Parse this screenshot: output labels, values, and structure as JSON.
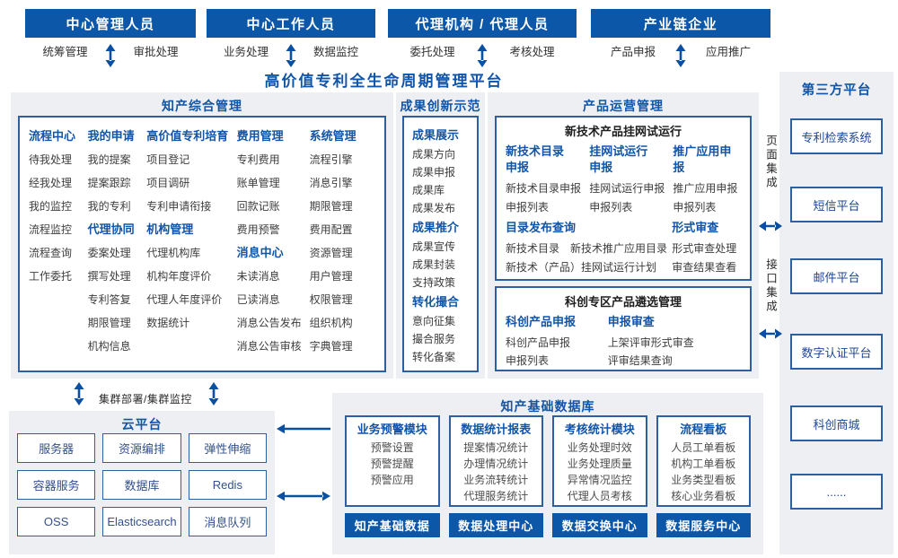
{
  "colors": {
    "primary": "#0d57a8",
    "blue": "#1155a8",
    "border": "#2e5fa3",
    "panel": "#edeff2",
    "item": "#3d3d3d",
    "arrow": "#0a4fa0",
    "navy": "#1c4697"
  },
  "platform_title": "高价值专利全生命周期管理平台",
  "roles": [
    {
      "title": "中心管理人员",
      "left": "统筹管理",
      "right": "审批处理"
    },
    {
      "title": "中心工作人员",
      "left": "业务处理",
      "right": "数据监控"
    },
    {
      "title": "代理机构 / 代理人员",
      "left": "委托处理",
      "right": "考核处理"
    },
    {
      "title": "产业链企业",
      "left": "产品申报",
      "right": "应用推广"
    }
  ],
  "ip": {
    "title": "知产综合管理",
    "columns": [
      {
        "groups": [
          {
            "header": "流程中心",
            "items": [
              "待我处理",
              "经我处理",
              "我的监控",
              "流程监控",
              "流程查询",
              "工作委托"
            ]
          }
        ]
      },
      {
        "groups": [
          {
            "header": "我的申请",
            "items": [
              "我的提案",
              "提案跟踪",
              "我的专利"
            ]
          },
          {
            "header": "代理协同",
            "items": [
              "委案处理",
              "撰写处理",
              "专利答复",
              "期限管理",
              "机构信息"
            ]
          }
        ]
      },
      {
        "groups": [
          {
            "header": "高价值专利培育",
            "items": [
              "项目登记",
              "项目调研",
              "专利申请衔接"
            ]
          },
          {
            "header": "机构管理",
            "items": [
              "代理机构库",
              "机构年度评价",
              "代理人年度评价",
              "数据统计"
            ]
          }
        ]
      },
      {
        "groups": [
          {
            "header": "费用管理",
            "items": [
              "专利费用",
              "账单管理",
              "回款记账",
              "费用预警"
            ]
          },
          {
            "header": "消息中心",
            "items": [
              "未读消息",
              "已读消息",
              "消息公告发布",
              "消息公告审核"
            ]
          }
        ]
      },
      {
        "groups": [
          {
            "header": "系统管理",
            "items": [
              "流程引擎",
              "消息引擎",
              "期限管理",
              "费用配置",
              "资源管理",
              "用户管理",
              "权限管理",
              "组织机构",
              "字典管理"
            ]
          }
        ]
      }
    ]
  },
  "achievements": {
    "title": "成果创新示范",
    "groups": [
      {
        "header": "成果展示",
        "items": [
          "成果方向",
          "成果申报",
          "成果库",
          "成果发布"
        ]
      },
      {
        "header": "成果推介",
        "items": [
          "成果宣传",
          "成果封装",
          "支持政策"
        ]
      },
      {
        "header": "转化撮合",
        "items": [
          "意向征集",
          "撮合服务",
          "转化备案"
        ]
      }
    ]
  },
  "product_ops": {
    "title": "产品运营管理",
    "trial_box": {
      "title": "新技术产品挂网试运行",
      "columns": [
        {
          "header": "新技术目录\n申报",
          "items": [
            "新技术目录申报",
            "申报列表"
          ]
        },
        {
          "header": "挂网试运行\n申报",
          "items": [
            "挂网试运行申报",
            "申报列表"
          ]
        },
        {
          "header": "推广应用申报",
          "items": [
            "推广应用申报",
            "申报列表"
          ]
        }
      ],
      "bottom": [
        {
          "header": "目录发布查询",
          "items": [
            "新技术目录　新技术推广应用目录",
            "新技术（产品）挂网试运行计划"
          ]
        },
        {
          "header": "形式审查",
          "items": [
            "形式审查处理",
            "审查结果查看"
          ]
        }
      ]
    },
    "select_box": {
      "title": "科创专区产品遴选管理",
      "columns": [
        {
          "header": "科创产品申报",
          "items": [
            "科创产品申报",
            "申报列表"
          ]
        },
        {
          "header": "申报审查",
          "items": [
            "上架评审形式审查",
            "评审结果查询"
          ]
        }
      ]
    }
  },
  "integration": {
    "page": "页面集成",
    "interface": "接口集成"
  },
  "third_party": {
    "title": "第三方平台",
    "boxes": [
      "专利检索系统",
      "短信平台",
      "邮件平台",
      "数字认证平台",
      "科创商城",
      "......"
    ]
  },
  "cluster_label": "集群部署/集群监控",
  "cloud": {
    "title": "云平台",
    "boxes": [
      "服务器",
      "资源编排",
      "弹性伸缩",
      "容器服务",
      "数据库",
      "Redis",
      "OSS",
      "Elasticsearch",
      "消息队列"
    ]
  },
  "db": {
    "title": "知产基础数据库",
    "columns": [
      {
        "header": "业务预警模块",
        "items": [
          "预警设置",
          "预警提醒",
          "预警应用"
        ],
        "bar": "知产基础数据"
      },
      {
        "header": "数据统计报表",
        "items": [
          "提案情况统计",
          "办理情况统计",
          "业务流转统计",
          "代理服务统计"
        ],
        "bar": "数据处理中心"
      },
      {
        "header": "考核统计模块",
        "items": [
          "业务处理时效",
          "业务处理质量",
          "异常情况监控",
          "代理人员考核"
        ],
        "bar": "数据交换中心"
      },
      {
        "header": "流程看板",
        "items": [
          "人员工单看板",
          "机构工单看板",
          "业务类型看板",
          "核心业务看板"
        ],
        "bar": "数据服务中心"
      }
    ]
  }
}
